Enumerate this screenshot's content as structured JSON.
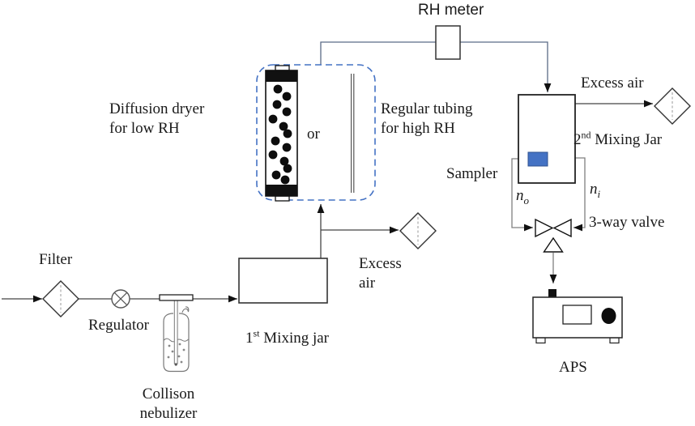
{
  "colors": {
    "accent_blue": "#4472C4",
    "sampler_border_blue": "#2F528F",
    "line_dark": "#454545",
    "line_gray": "#7f7f7f"
  },
  "labels": {
    "rh_meter": "RH meter",
    "excess_air_top": "Excess air",
    "mixing_jar_2": {
      "num": "2",
      "sup": "nd",
      "rest": " Mixing Jar"
    },
    "sampler": "Sampler",
    "n_out": {
      "base": "n",
      "sub": "o"
    },
    "n_in": {
      "base": "n",
      "sub": "i"
    },
    "three_way_valve": "3-way valve",
    "aps": "APS",
    "diffusion_dryer": {
      "line1": "Diffusion dryer",
      "line2": "for low RH"
    },
    "or_text": "or",
    "regular_tubing": {
      "line1": "Regular tubing",
      "line2": "for high RH"
    },
    "excess_air_mid": {
      "line1": "Excess",
      "line2": "air"
    },
    "filter": "Filter",
    "regulator": "Regulator",
    "collison": {
      "line1": "Collison",
      "line2": "nebulizer"
    },
    "mixing_jar_1": {
      "num": "1",
      "sup": "st",
      "rest": " Mixing jar"
    }
  }
}
